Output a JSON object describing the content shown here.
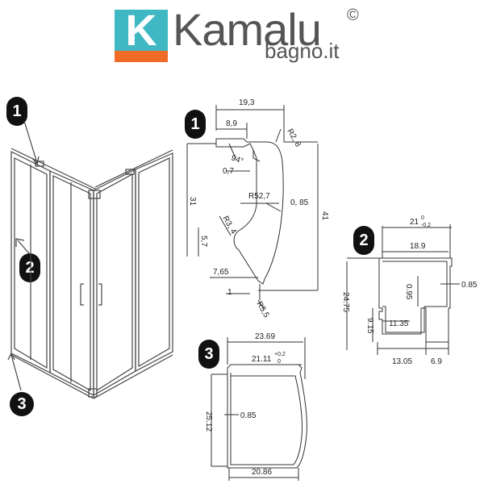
{
  "logo": {
    "k_letter": "K",
    "name": "Kamalu",
    "copyright": "©",
    "sub": "bagno.it",
    "teal": "#3fb8c4",
    "orange": "#f06b26"
  },
  "callouts": {
    "n1": "1",
    "n2": "2",
    "n3": "3"
  },
  "profile1": {
    "width": "19,3",
    "top_width": "8,9",
    "r_top": "R2, 8",
    "angle": "94°",
    "gap": "0,7",
    "radius": "R52,7",
    "wall": "0, 85",
    "height_left": "31",
    "height_right": "41",
    "r_small": "R3, 4",
    "hook": "5,7",
    "base": "7,65",
    "foot": "1",
    "r_foot": "R5,5"
  },
  "profile2": {
    "outer": "21",
    "tol_plus": "0",
    "tol_minus": "-0,2",
    "inner": "18.9",
    "height": "24.75",
    "wall_mid": "0.95",
    "wall_right": "0.85",
    "slot_h": "9.15",
    "slot_w": "11.35",
    "bottom_left": "13.05",
    "bottom_right": "6.9"
  },
  "profile3": {
    "outer": "23.69",
    "inner": "21.11",
    "tol_plus": "+0,2",
    "tol_zero": "0",
    "height": "25.12",
    "wall": "0.85",
    "bottom": "20.86"
  }
}
